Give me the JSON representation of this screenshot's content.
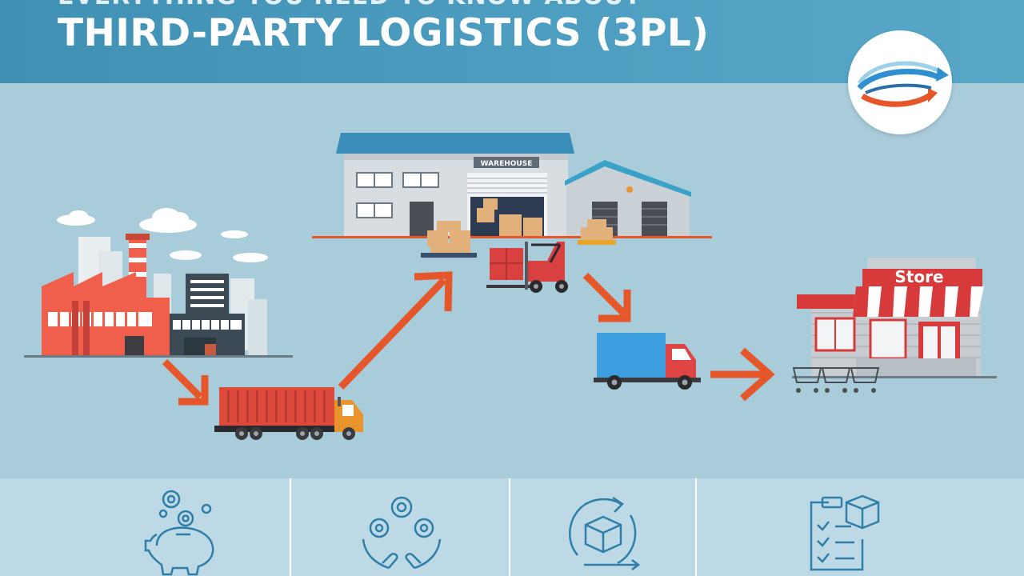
{
  "header": {
    "kicker": "EVERYTHING YOU NEED TO KNOW ABOUT",
    "title": "THIRD-PARTY LOGISTICS (3PL)"
  },
  "scene": {
    "warehouse_sign": "WAREHOUSE",
    "store_sign": "Store"
  },
  "colors": {
    "header": "#4a9abd",
    "arrow": "#e5572b",
    "factory": "#ef5f4b",
    "container": "#dd4a3c",
    "truck_box": "#3d9ee0",
    "store_red": "#d63a3a",
    "background": "#a9ccdb",
    "icon_blue": "#2f7ea8"
  },
  "icons": [
    "piggy-bank-icon",
    "gears-hands-icon",
    "box-cycle-icon",
    "clipboard-box-icon"
  ]
}
